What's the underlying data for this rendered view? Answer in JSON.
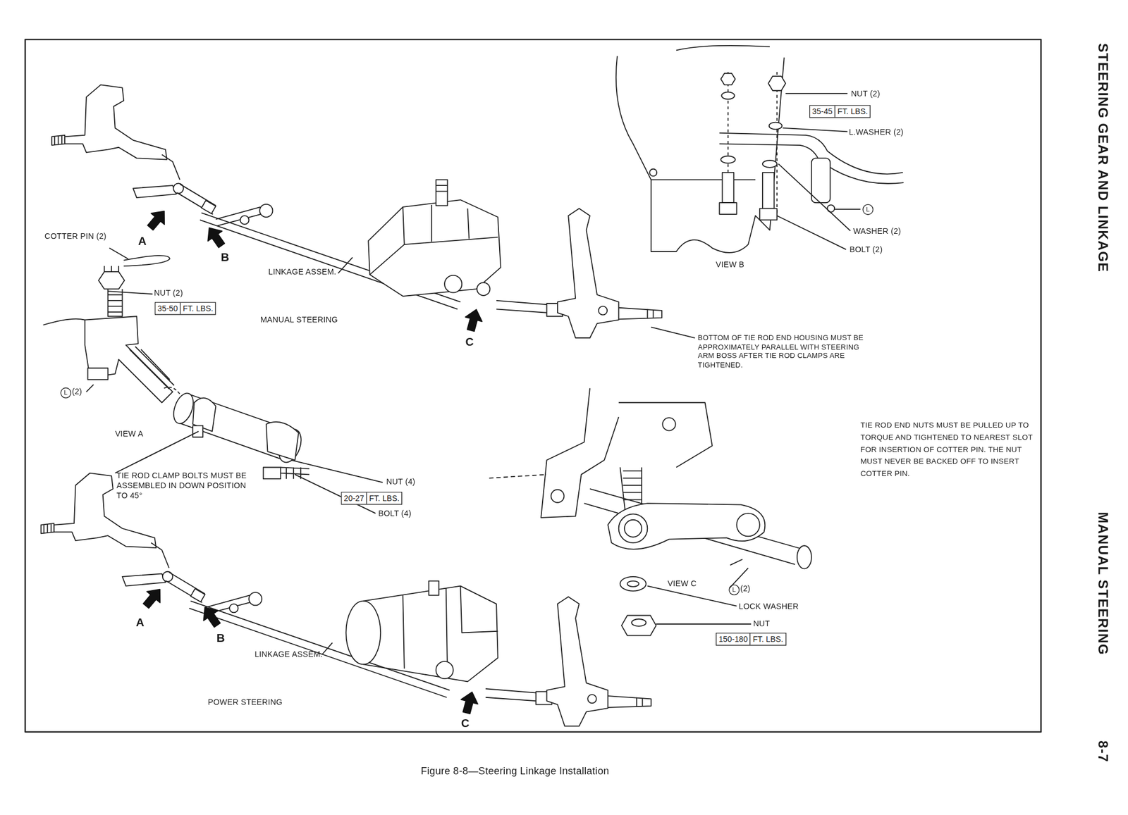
{
  "diagram": {
    "title": "STEERING GEAR AND LINKAGE",
    "caption": "Figure 8-8—Steering Linkage Installation",
    "nodes": [
      {
        "text": [
          "35-45",
          "FT. LBS."
        ]
      },
      {
        "text": [
          "35-50",
          "FT. LBS."
        ]
      },
      {
        "text": [
          "20-27",
          "FT. LBS."
        ]
      },
      {
        "text": [
          "150-180",
          "FT. LBS."
        ]
      }
    ],
    "labels": [
      "COTTER PIN (2)",
      "A",
      "B",
      "LINKAGE ASSEM.",
      "NUT (2)",
      "MANUAL STEERING",
      "C",
      "L",
      "(2)",
      "VIEW A",
      "TIE ROD CLAMP BOLTS MUST BE ASSEMBLED IN DOWN POSITION TO 45°",
      "NUT (4)",
      "BOLT (4)",
      "A",
      "B",
      "LINKAGE ASSEM.",
      "POWER STEERING",
      "C",
      "NUT (2)",
      "L.WASHER (2)",
      "L",
      "WASHER (2)",
      "BOLT (2)",
      "VIEW B",
      "BOTTOM OF TIE ROD END HOUSING MUST BE APPROXIMATELY PARALLEL WITH STEERING ARM BOSS AFTER TIE ROD CLAMPS ARE TIGHTENED.",
      "TIE ROD END NUTS MUST BE PULLED UP TO TORQUE AND TIGHTENED TO NEAREST SLOT FOR INSERTION OF COTTER PIN. THE NUT MUST NEVER BE BACKED OFF TO INSERT COTTER PIN.",
      "VIEW C",
      "L",
      "(2)",
      "LOCK WASHER",
      "NUT",
      "MANUAL STEERING",
      "8-7"
    ]
  }
}
